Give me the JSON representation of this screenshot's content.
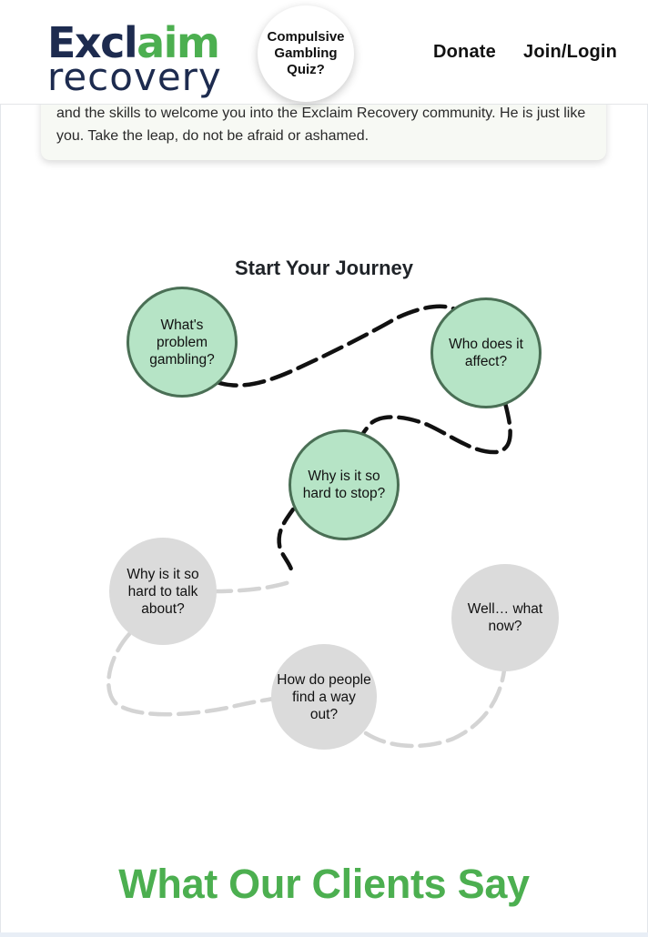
{
  "header": {
    "logo": {
      "line1_prefix": "Excl",
      "line1_accent": "aim",
      "line2": "recovery"
    },
    "quiz_label": "Compulsive Gambling Quiz?",
    "nav": {
      "donate": "Donate",
      "login": "Join/Login"
    }
  },
  "intro": {
    "text": "and the skills to welcome you into the Exclaim Recovery community. He is just like you. Take the leap, do not be afraid or ashamed."
  },
  "journey": {
    "title": "Start Your Journey",
    "steps": [
      {
        "label": "What's problem gambling?",
        "status": "active"
      },
      {
        "label": "Who does it affect?",
        "status": "active"
      },
      {
        "label": "Why is it so hard to stop?",
        "status": "active"
      },
      {
        "label": "Why is it so hard to talk about?",
        "status": "locked"
      },
      {
        "label": "How do people find a way out?",
        "status": "locked"
      },
      {
        "label": "Well… what now?",
        "status": "locked"
      }
    ]
  },
  "clients": {
    "title": "What Our Clients Say"
  },
  "colors": {
    "brand_navy": "#1d2b4f",
    "brand_green": "#4caf50",
    "step_active_fill": "#b6e4c6",
    "step_active_border": "#4a6f55",
    "step_locked_fill": "#dbdbdb",
    "path_done": "#111111",
    "path_locked": "#d4d4d4"
  }
}
